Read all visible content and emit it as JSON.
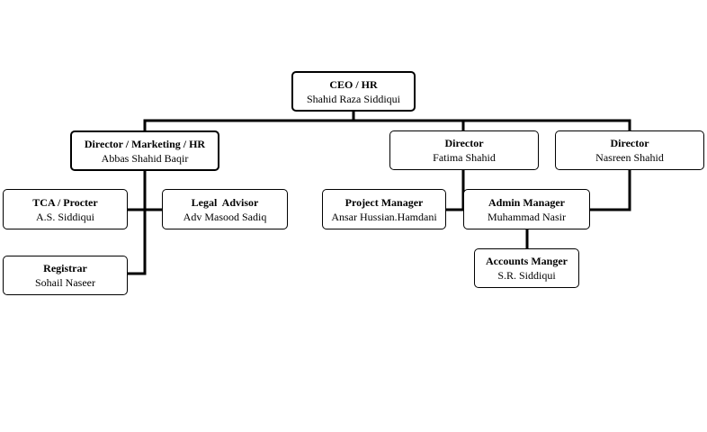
{
  "nodes": {
    "ceo": {
      "title": "CEO / HR",
      "name": "Shahid Raza Siddiqui"
    },
    "dir_mkt": {
      "title": "Director / Marketing / HR",
      "name": "Abbas Shahid Baqir"
    },
    "dir_fatima": {
      "title": "Director",
      "name": "Fatima Shahid"
    },
    "dir_nasreen": {
      "title": "Director",
      "name": "Nasreen Shahid"
    },
    "tca": {
      "title": "TCA / Procter",
      "name": "A.S. Siddiqui"
    },
    "legal": {
      "title": "Legal  Advisor",
      "name": "Adv Masood Sadiq"
    },
    "registrar": {
      "title": "Registrar",
      "name": "Sohail Naseer"
    },
    "pm": {
      "title": "Project Manager",
      "name": "Ansar Hussian.Hamdani"
    },
    "admin": {
      "title": "Admin Manager",
      "name": "Muhammad Nasir"
    },
    "accounts": {
      "title": "Accounts Manger",
      "name": "S.R. Siddiqui"
    }
  },
  "edges": [
    [
      "ceo",
      "dir_mkt"
    ],
    [
      "ceo",
      "dir_fatima"
    ],
    [
      "ceo",
      "dir_nasreen"
    ],
    [
      "dir_mkt",
      "tca"
    ],
    [
      "dir_mkt",
      "legal"
    ],
    [
      "dir_mkt",
      "registrar"
    ],
    [
      "dir_fatima",
      "pm"
    ],
    [
      "dir_nasreen",
      "admin"
    ],
    [
      "admin",
      "accounts"
    ]
  ]
}
